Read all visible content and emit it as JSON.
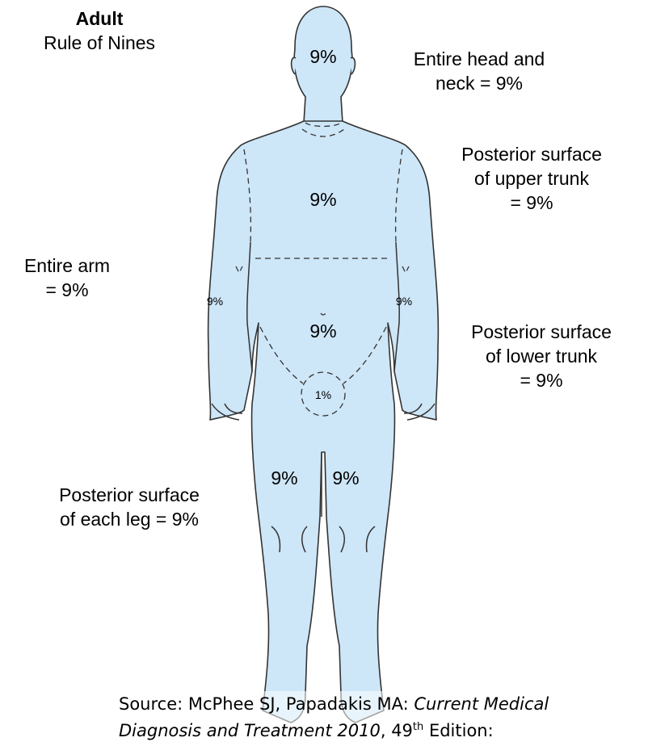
{
  "header": {
    "title": "Adult",
    "subtitle": "Rule of Nines"
  },
  "labels": {
    "head": [
      "Entire head and",
      "neck = 9%"
    ],
    "upper_trunk": [
      "Posterior surface",
      "of upper trunk",
      "= 9%"
    ],
    "arm": [
      "Entire arm",
      "= 9%"
    ],
    "lower_trunk": [
      "Posterior surface",
      "of lower trunk",
      "= 9%"
    ],
    "leg": [
      "Posterior surface",
      "of each leg = 9%"
    ]
  },
  "regions": {
    "head": "9%",
    "upper_trunk": "9%",
    "lower_trunk": "9%",
    "left_arm": "9%",
    "right_arm": "9%",
    "genitals": "1%",
    "left_leg": "9%",
    "right_leg": "9%"
  },
  "colors": {
    "body_fill": "#cde6f8",
    "outline": "#333333"
  },
  "source": {
    "line1_prefix": "Source: McPhee SJ, Papadakis MA: ",
    "line1_italic": "Current Medical",
    "line2_italic": "Diagnosis and Treatment 2010",
    "line2_mid": ", 49",
    "line2_sup": "th",
    "line2_suffix": " Edition:"
  }
}
